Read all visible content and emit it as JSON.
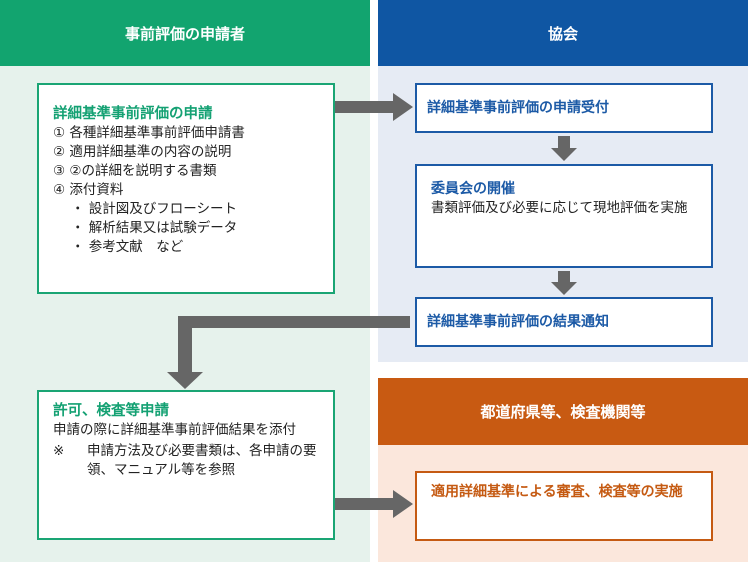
{
  "headers": {
    "applicant": "事前評価の申請者",
    "association": "協会",
    "prefecture": "都道府県等、検査機関等"
  },
  "colors": {
    "green": "#12a46f",
    "green_bg": "#e6f2ec",
    "blue": "#0f56a3",
    "blue_bg": "#e6ebf4",
    "orange": "#c85a12",
    "orange_bg": "#fbe7dc",
    "arrow": "#666666"
  },
  "application_box": {
    "title": "詳細基準事前評価の申請",
    "items": [
      {
        "mark": "①",
        "text": "各種詳細基準事前評価申請書"
      },
      {
        "mark": "②",
        "text": "適用詳細基準の内容の説明"
      },
      {
        "mark": "③",
        "text": "②の詳細を説明する書類"
      },
      {
        "mark": "④",
        "text": "添付資料"
      }
    ],
    "subitems": [
      {
        "mark": "・",
        "text": "設計図及びフローシート"
      },
      {
        "mark": "・",
        "text": "解析結果又は試験データ"
      },
      {
        "mark": "・",
        "text": "参考文献　など"
      }
    ]
  },
  "receipt_box": {
    "title": "詳細基準事前評価の申請受付"
  },
  "committee_box": {
    "title": "委員会の開催",
    "body": "書類評価及び必要に応じて現地評価を実施"
  },
  "result_box": {
    "title": "詳細基準事前評価の結果通知"
  },
  "permit_box": {
    "title": "許可、検査等申請",
    "body": "申請の際に詳細基準事前評価結果を添付",
    "note_mark": "※",
    "note": "申請方法及び必要書類は、各申請の要領、マニュアル等を参照"
  },
  "review_box": {
    "title": "適用詳細基準による審査、検査等の実施"
  }
}
